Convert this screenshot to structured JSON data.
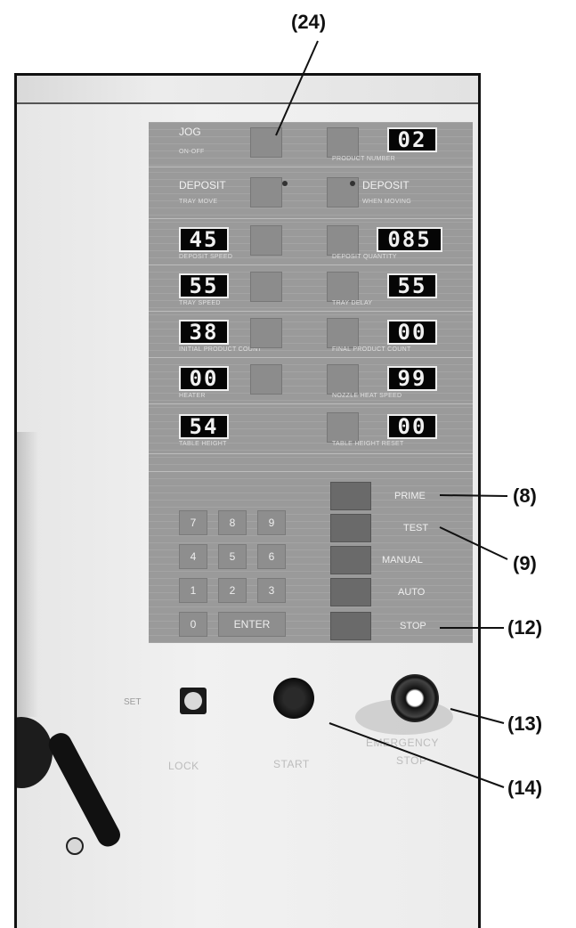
{
  "callouts": {
    "c24": "(24)",
    "c8": "(8)",
    "c9": "(9)",
    "c12": "(12)",
    "c13": "(13)",
    "c14": "(14)"
  },
  "panel": {
    "jog_label": "JOG",
    "jog_sub": "ON-OFF",
    "product_number_label": "PRODUCT NUMBER",
    "product_number_value": "02",
    "deposit_left_label": "DEPOSIT",
    "deposit_left_sub": "TRAY MOVE",
    "deposit_right_label": "DEPOSIT",
    "deposit_right_sub": "WHEN MOVING",
    "rows": [
      {
        "left_value": "45",
        "left_label": "DEPOSIT SPEED",
        "right_value": "085",
        "right_label": "DEPOSIT QUANTITY"
      },
      {
        "left_value": "55",
        "left_label": "TRAY SPEED",
        "right_value": "55",
        "right_label": "TRAY DELAY"
      },
      {
        "left_value": "38",
        "left_label": "INITIAL PRODUCT COUNT",
        "right_value": "00",
        "right_label": "FINAL PRODUCT COUNT"
      },
      {
        "left_value": "00",
        "left_label": "HEATER",
        "right_value": "99",
        "right_label": "NOZZLE HEAT SPEED"
      },
      {
        "left_value": "54",
        "left_label": "TABLE HEIGHT",
        "right_value": "00",
        "right_label": "TABLE HEIGHT RESET"
      }
    ],
    "keypad": [
      "7",
      "8",
      "9",
      "4",
      "5",
      "6",
      "1",
      "2",
      "3",
      "0"
    ],
    "enter_label": "ENTER",
    "modes": [
      "PRIME",
      "TEST",
      "MANUAL",
      "AUTO",
      "STOP"
    ]
  },
  "controls": {
    "set_label": "SET",
    "lock_label": "LOCK",
    "start_label": "START",
    "emergency_label": "EMERGENCY",
    "emergency_sub": "STOP"
  }
}
